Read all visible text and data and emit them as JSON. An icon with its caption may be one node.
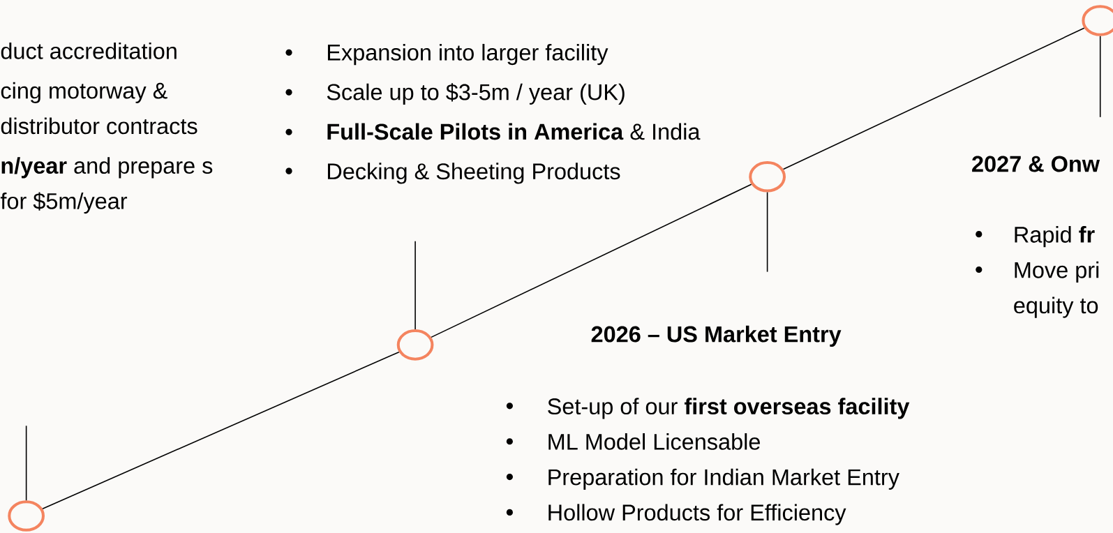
{
  "diagram": {
    "nodes": [
      {
        "text": [
          "duct accreditation",
          "cing motorway & distributor contracts",
          "**n/year** and prepare s for $5m/year"
        ]
      },
      {
        "text": [
          "Expansion into larger facility",
          "Scale up to $3-5m / year (UK)",
          "**Full-Scale Pilots in America** & India",
          "Decking & Sheeting Products"
        ]
      },
      {
        "text": [
          "2026 – US Market Entry",
          "Set-up of our **first overseas facility**",
          "ML Model Licensable",
          "Preparation for Indian Market Entry",
          "Hollow Products for Efficiency"
        ]
      },
      {
        "text": [
          "2027 & Onw",
          "Rapid **fr**",
          "Move pri equity to"
        ]
      },
      {
        "text": [],
        "shape": "circle"
      },
      {
        "text": [],
        "shape": "circle"
      },
      {
        "text": [],
        "shape": "circle"
      },
      {
        "text": [],
        "shape": "circle"
      }
    ],
    "edges": [
      {
        "from": 4,
        "to": 5,
        "arrow": "none"
      },
      {
        "from": 5,
        "to": 6,
        "arrow": "none"
      },
      {
        "from": 6,
        "to": 7,
        "arrow": "none"
      },
      {
        "from": 4,
        "to": null,
        "arrow": "none"
      },
      {
        "from": 5,
        "to": null,
        "arrow": "none"
      },
      {
        "from": 6,
        "to": null,
        "arrow": "none"
      },
      {
        "from": 7,
        "to": null,
        "arrow": "none"
      }
    ]
  }
}
